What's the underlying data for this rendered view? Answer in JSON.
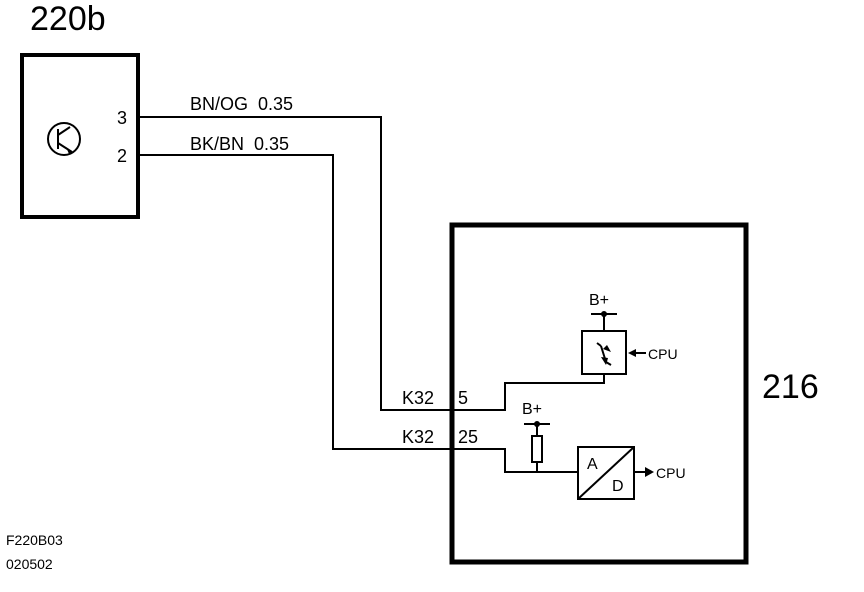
{
  "component_a": {
    "id": "220b",
    "pins": [
      "3",
      "2"
    ],
    "symbol": "transistor-icon"
  },
  "component_b": {
    "id": "216"
  },
  "wires": [
    {
      "label": "BN/OG  0.35",
      "connector": "K32",
      "pin": "5"
    },
    {
      "label": "BK/BN  0.35",
      "connector": "K32",
      "pin": "25"
    }
  ],
  "internal": {
    "supply_1": "B+",
    "supply_2": "B+",
    "driver_output": "CPU",
    "adc_output": "CPU",
    "adc_a": "A",
    "adc_d": "D"
  },
  "footer": {
    "figure_code": "F220B03",
    "date_code": "020502"
  }
}
